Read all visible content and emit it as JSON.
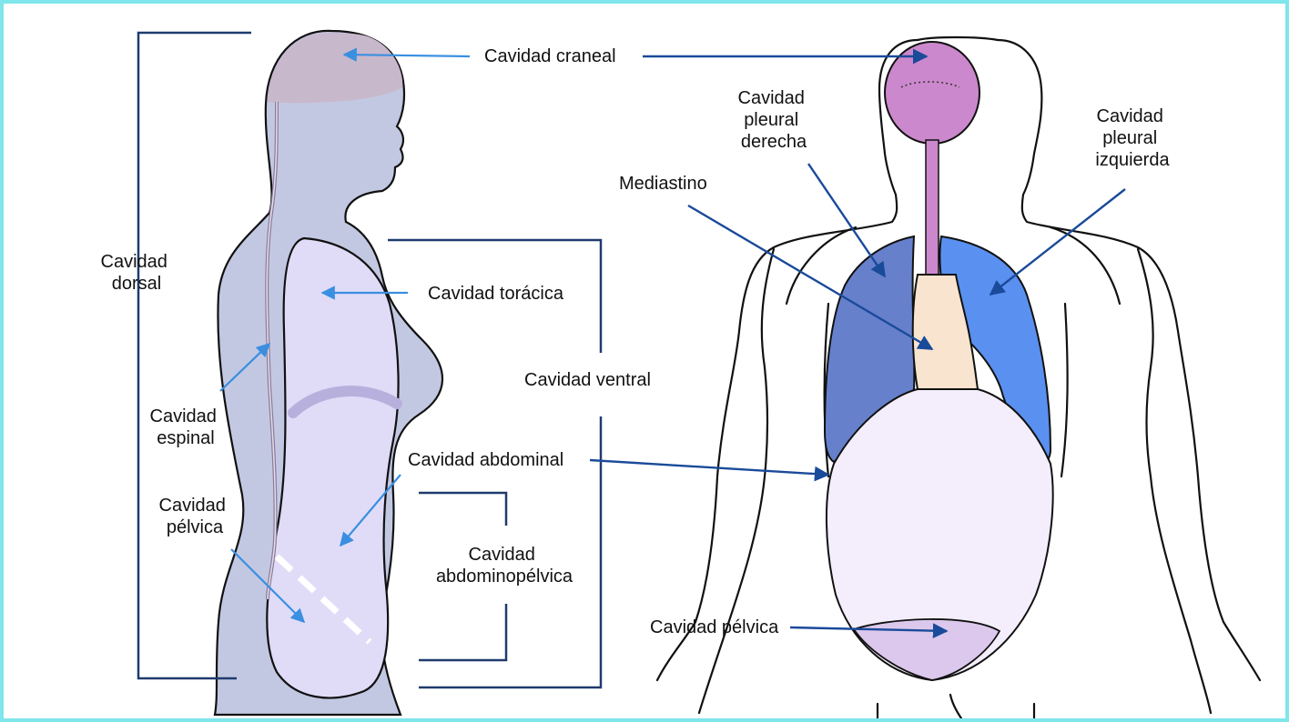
{
  "labels": {
    "craneal": "Cavidad craneal",
    "dorsal": [
      "Cavidad",
      "dorsal"
    ],
    "toracica": "Cavidad torácica",
    "ventral": "Cavidad ventral",
    "espinal": [
      "Cavidad",
      "espinal"
    ],
    "abdominal": "Cavidad abdominal",
    "pelvica_left": [
      "Cavidad",
      "pélvica"
    ],
    "abdominopelvica": [
      "Cavidad",
      "abdominopélvica"
    ],
    "pleural_derecha": [
      "Cavidad",
      "pleural",
      "derecha"
    ],
    "pleural_izquierda": [
      "Cavidad",
      "pleural",
      "izquierda"
    ],
    "mediastino": "Mediastino",
    "pelvica_right": "Cavidad pélvica"
  },
  "colors": {
    "frame_border": "#7fe6ec",
    "body_side": "#c3c8e2",
    "head_side": "#c8b8cc",
    "ventral_side": "#e0dcf8",
    "diaphragm": "#b8b0dc",
    "brain_front": "#cc88cc",
    "lung_right": "#6680cc",
    "lung_left": "#5a90f0",
    "mediastinum": "#f9e4d0",
    "abdomen": "#f4eefc",
    "pelvis": "#dcc8ec",
    "bracket": "#1f3b6e",
    "arrow_light": "#3a8fe0",
    "arrow_dark": "#1a4a9a"
  }
}
